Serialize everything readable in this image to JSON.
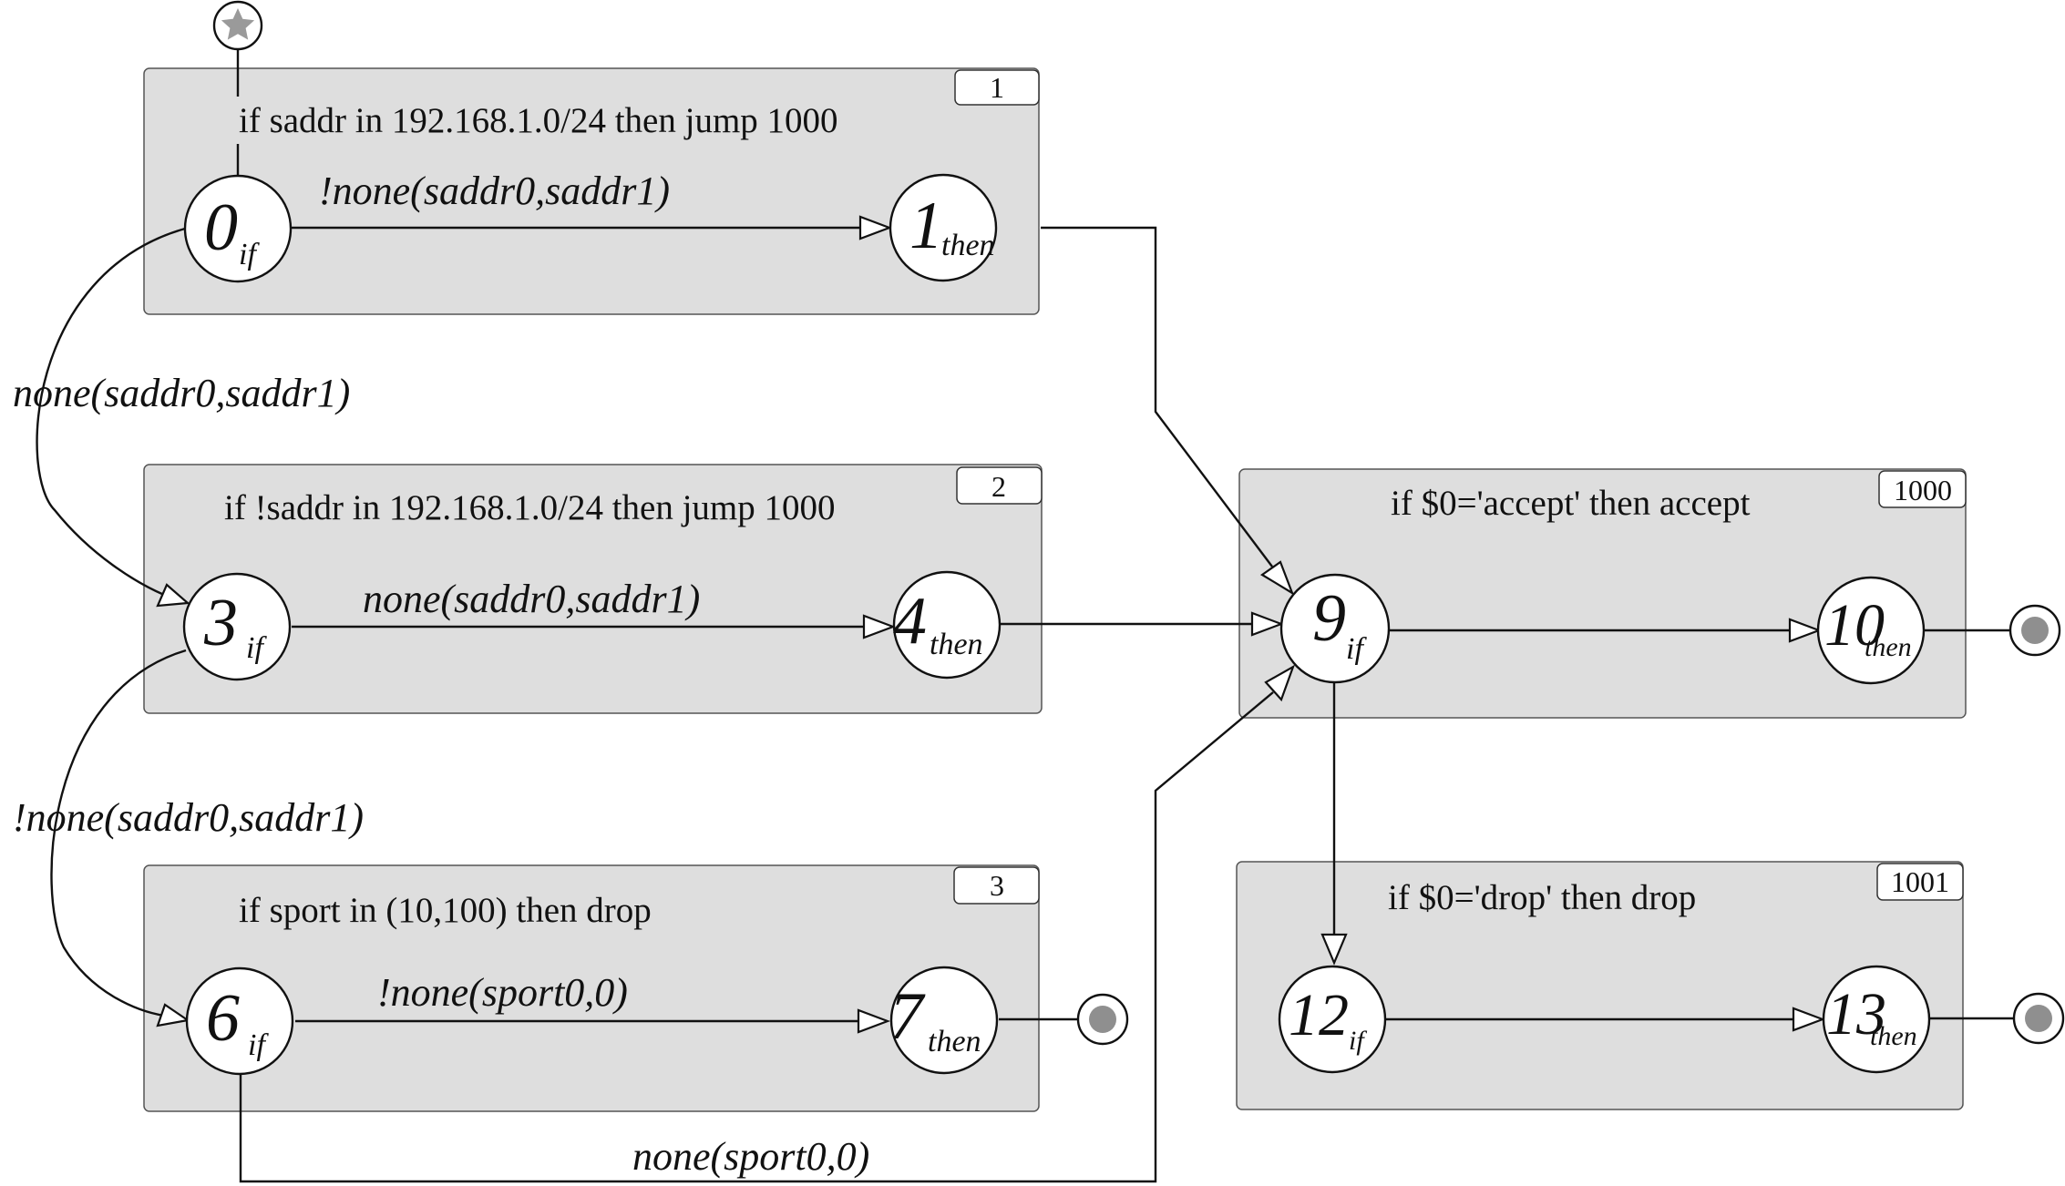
{
  "blocks": [
    {
      "tag": "1",
      "rule": "if saddr in 192.168.1.0/24 then  jump 1000"
    },
    {
      "tag": "2",
      "rule": "if !saddr in 192.168.1.0/24 then  jump 1000"
    },
    {
      "tag": "3",
      "rule": "if sport in (10,100) then  drop"
    },
    {
      "tag": "1000",
      "rule": "if $0='accept' then   accept"
    },
    {
      "tag": "1001",
      "rule": "if $0='drop' then drop"
    }
  ],
  "nodes": [
    {
      "num": "0",
      "sub": "if"
    },
    {
      "num": "1",
      "sub": "then"
    },
    {
      "num": "3",
      "sub": "if"
    },
    {
      "num": "4",
      "sub": "then"
    },
    {
      "num": "6",
      "sub": "if"
    },
    {
      "num": "7",
      "sub": "then"
    },
    {
      "num": "9",
      "sub": "if"
    },
    {
      "num": "10",
      "sub": "then"
    },
    {
      "num": "12",
      "sub": "if"
    },
    {
      "num": "13",
      "sub": "then"
    }
  ],
  "edges": [
    {
      "label": "!none(saddr0,saddr1)"
    },
    {
      "label": "none(saddr0,saddr1)"
    },
    {
      "label": "none(saddr0,saddr1)"
    },
    {
      "label": "!none(saddr0,saddr1)"
    },
    {
      "label": "!none(sport0,0)"
    },
    {
      "label": "none(sport0,0)"
    }
  ],
  "markers": {
    "start_icon": "star-icon",
    "end_icon": "end-dot-icon"
  },
  "colors": {
    "block_fill": "#dedede",
    "line": "#111111",
    "end_dot": "#8f8f8f"
  }
}
